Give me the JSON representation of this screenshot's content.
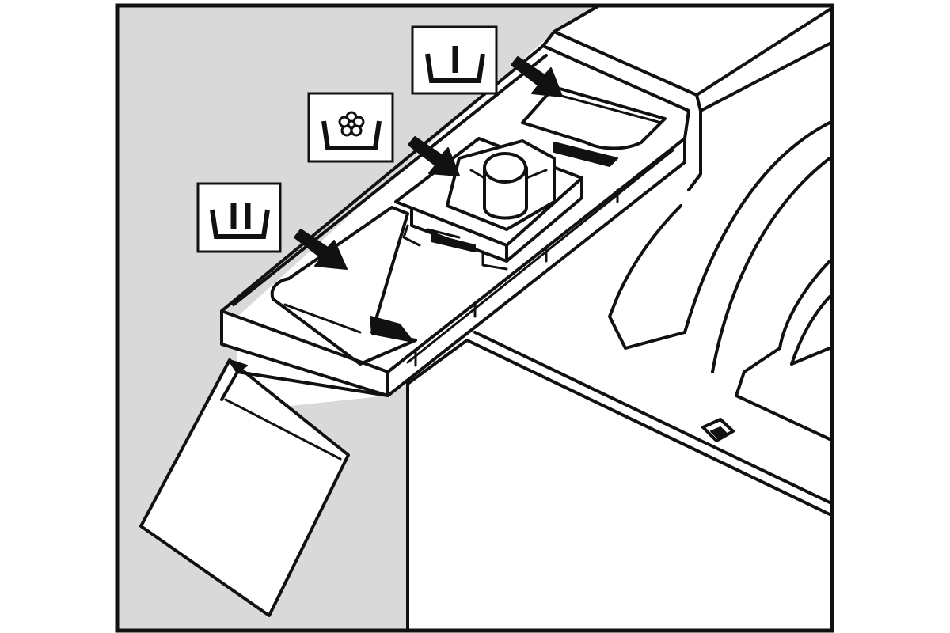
{
  "figure": {
    "subject": "washing-machine-detergent-dispenser-drawer",
    "colors": {
      "background_panel": "#d9d9d9",
      "line": "#111111",
      "paper": "#ffffff"
    }
  },
  "symbols": [
    {
      "id": "pre-wash",
      "icon": "tub-one-bar-icon"
    },
    {
      "id": "fabric-conditioner",
      "icon": "tub-flower-icon"
    },
    {
      "id": "main-wash",
      "icon": "tub-two-bars-icon"
    }
  ]
}
